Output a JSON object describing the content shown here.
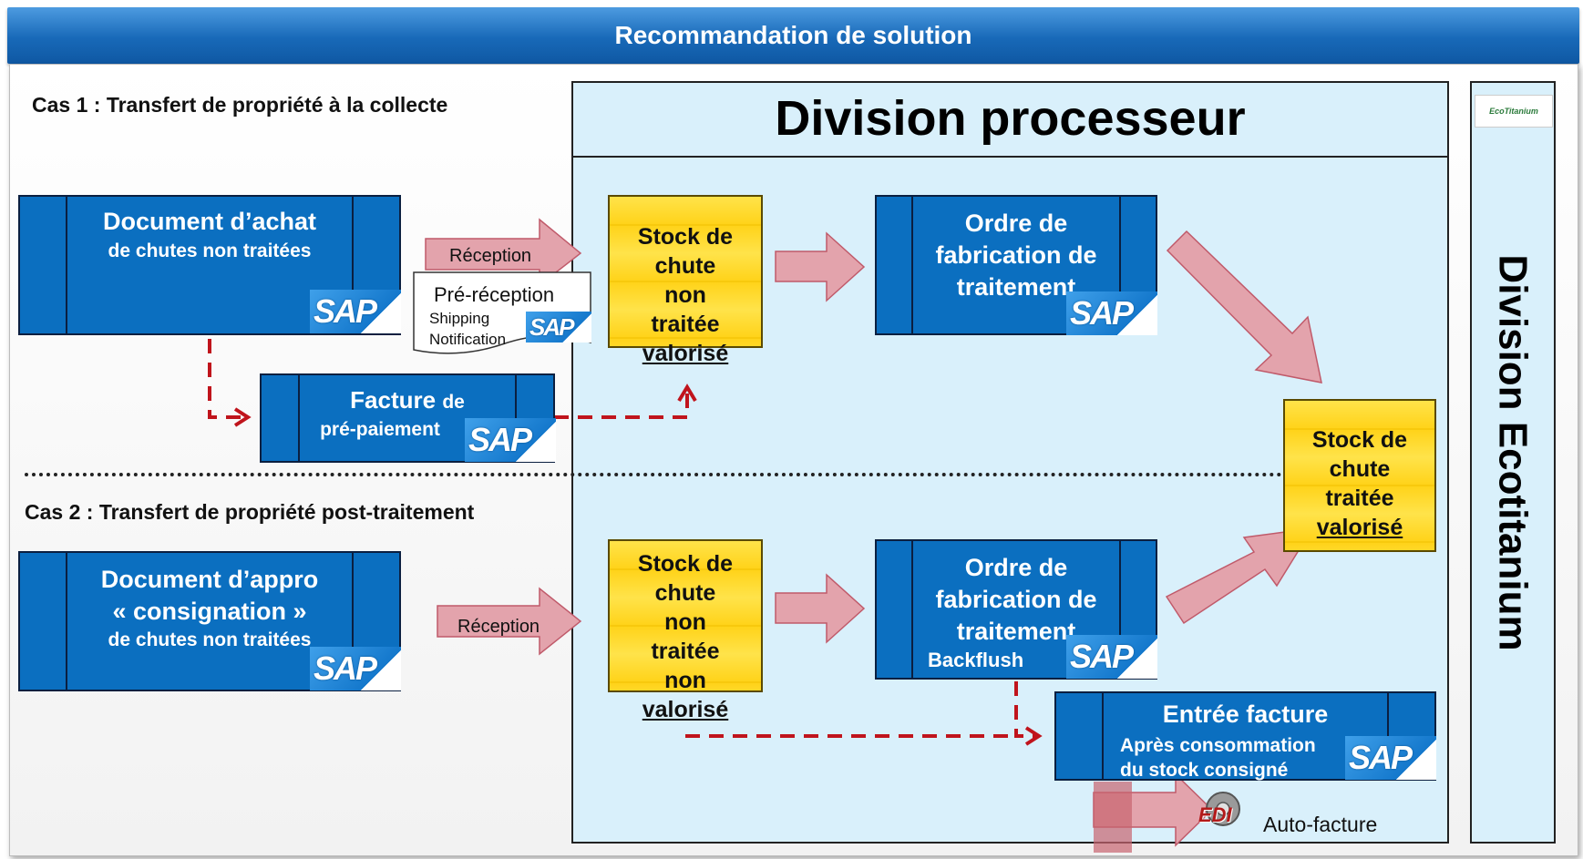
{
  "header": {
    "title": "Recommandation de solution"
  },
  "division_processeur": {
    "title": "Division processeur"
  },
  "division_ecotitanium": {
    "title": "Division Ecotitanium",
    "logo_text": "EcoTitanium"
  },
  "case1": {
    "title": "Cas 1 : Transfert de propriété à la collecte",
    "purchase_doc": {
      "title": "Document d’achat",
      "subtitle": "de chutes non traitées"
    },
    "reception_label": "Réception",
    "prereception": {
      "title": "Pré-réception",
      "line1": "Shipping",
      "line2": "Notification"
    },
    "invoice": {
      "title": "Facture",
      "title_suffix": "de",
      "subtitle": "pré-paiement"
    },
    "stock": {
      "line1": "Stock de",
      "line2": "chute",
      "line3": "non",
      "line4": "traitée",
      "line5": "valorisé"
    },
    "order": {
      "line1": "Ordre de",
      "line2": "fabrication de",
      "line3": "traitement"
    }
  },
  "case2": {
    "title": "Cas 2 : Transfert de propriété post-traitement",
    "supply_doc": {
      "line1": "Document  d’appro",
      "line2": "« consignation »",
      "line3": "de chutes non traitées"
    },
    "reception_label": "Réception",
    "stock": {
      "line1": "Stock de",
      "line2": "chute",
      "line3": "non",
      "line4": "traitée",
      "line5": "non",
      "line6": "valorisé"
    },
    "order": {
      "line1": "Ordre de",
      "line2": "fabrication de",
      "line3": "traitement",
      "line4": "Backflush"
    },
    "invoice_entry": {
      "title": "Entrée facture",
      "line1": "Après consommation",
      "line2": "du stock consigné"
    },
    "edi_label": "EDI",
    "auto_invoice": "Auto-facture"
  },
  "final_stock": {
    "line1": "Stock de",
    "line2": "chute",
    "line3": "traitée",
    "line4": "valorisé"
  },
  "sap_label": "SAP",
  "colors": {
    "banner": "#1869b8",
    "process_bg": "#d9f0fb",
    "doc_blue": "#0b6fc0",
    "stock_yellow": "#ffd31a",
    "arrow_pink": "#e3a3ac",
    "dashed_red": "#c0141c"
  }
}
